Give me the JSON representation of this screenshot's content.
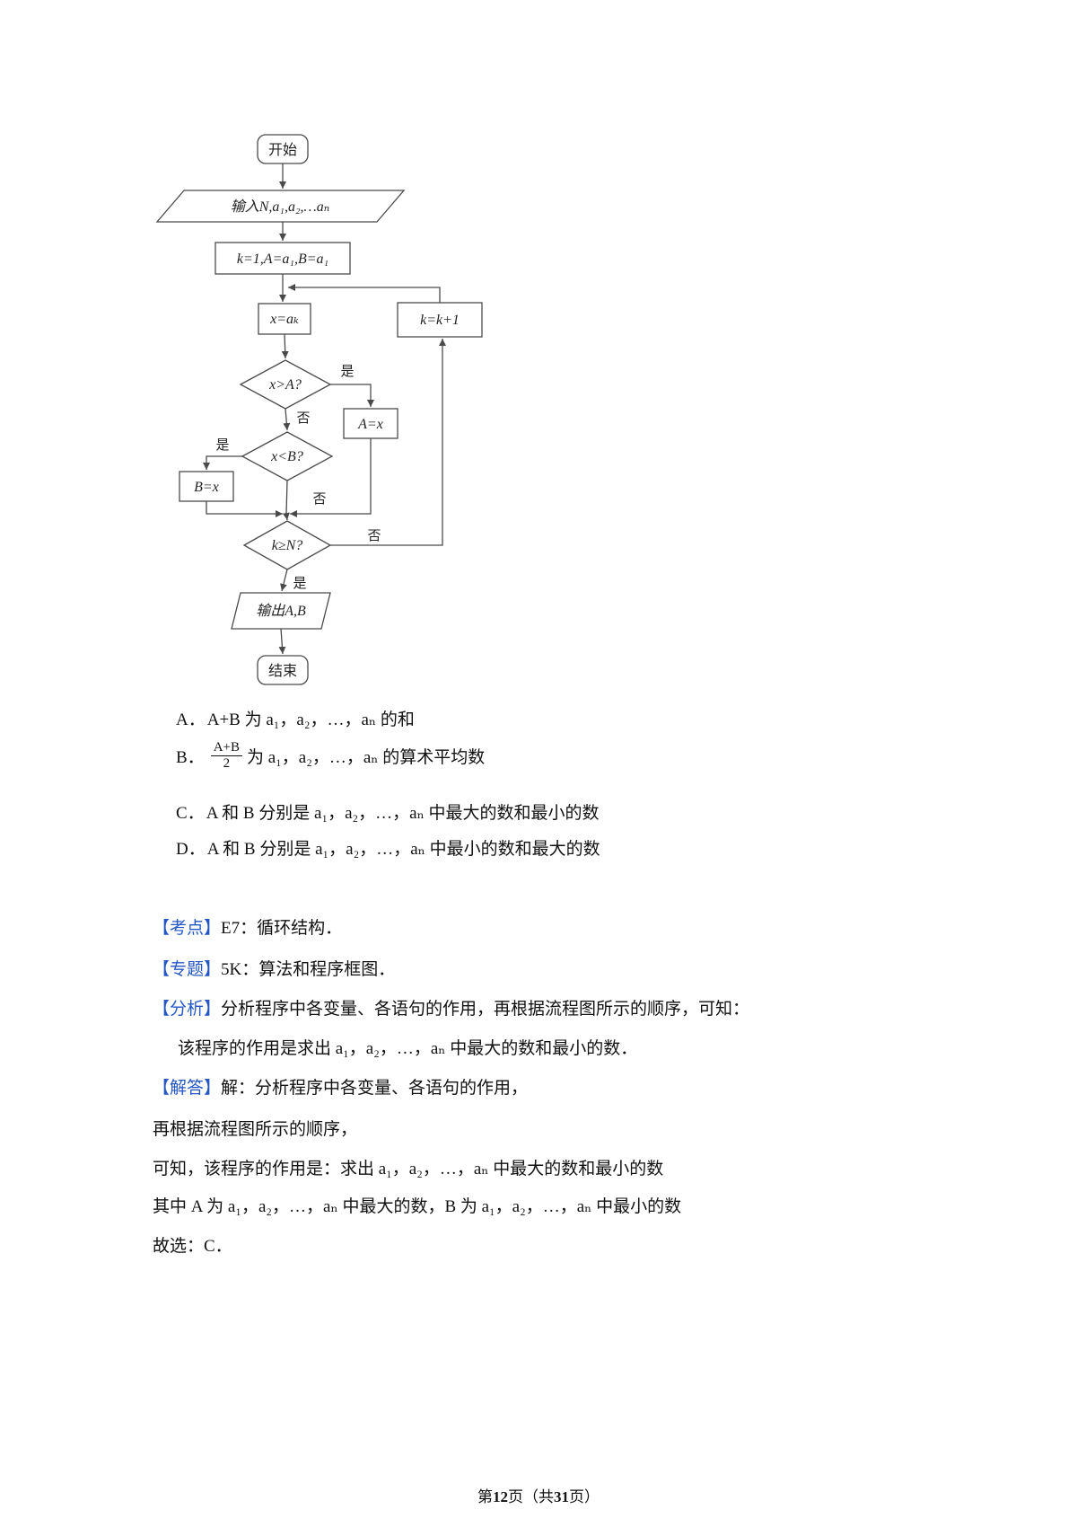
{
  "colors": {
    "label_blue": "#2457c5",
    "line_gray": "#4a4a4a"
  },
  "flowchart": {
    "start": "开始",
    "input": "输入N,a₁,a₂,…aₙ",
    "init": "k=1,A=a₁,B=a₁",
    "assign_x": "x=aₖ",
    "increment": "k=k+1",
    "cond1": "x>A?",
    "assign_a": "A=x",
    "cond2": "x<B?",
    "assign_b": "B=x",
    "cond3": "k≥N?",
    "output": "输出A,B",
    "end": "结束",
    "yes": "是",
    "no": "否"
  },
  "options": {
    "a_label": "A．",
    "a_text": "A+B 为 a₁，a₂，…，aₙ 的和",
    "b_label": "B．",
    "b_frac_num": "A+B",
    "b_frac_den": "2",
    "b_text": "为 a₁，a₂，…，aₙ 的算术平均数",
    "c_label": "C．",
    "c_text": "A 和 B 分别是 a₁，a₂，…，aₙ 中最大的数和最小的数",
    "d_label": "D．",
    "d_text": "A 和 B 分别是 a₁，a₂，…，aₙ 中最小的数和最大的数"
  },
  "analysis": {
    "kaodian_label": "【考点】",
    "kaodian_text": "E7：循环结构．",
    "zhuanti_label": "【专题】",
    "zhuanti_text": "5K：算法和程序框图．",
    "fenxi_label": "【分析】",
    "fenxi_text": "分析程序中各变量、各语句的作用，再根据流程图所示的顺序，可知：",
    "fenxi_text2": "该程序的作用是求出 a₁，a₂，…，aₙ 中最大的数和最小的数．",
    "jieda_label": "【解答】",
    "jieda_text": "解：分析程序中各变量、各语句的作用，",
    "line2": "再根据流程图所示的顺序，",
    "line3": "可知，该程序的作用是：求出 a₁，a₂，…，aₙ 中最大的数和最小的数",
    "line4": "其中 A 为 a₁，a₂，…，aₙ 中最大的数，B 为 a₁，a₂，…，aₙ 中最小的数",
    "line5": "故选：C．"
  },
  "footer": {
    "part1": "第",
    "page": "12",
    "part2": "页（共",
    "total": "31",
    "part3": "页）"
  }
}
